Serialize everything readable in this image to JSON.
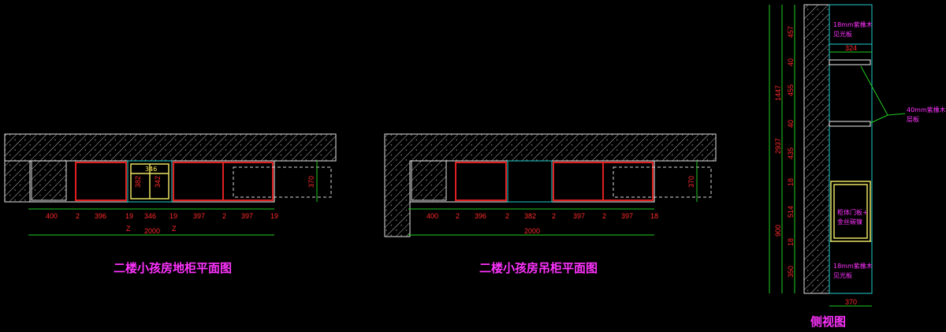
{
  "plan1": {
    "title": "二楼小孩房地柜平面图",
    "dims": [
      "400",
      "2",
      "396",
      "19",
      "346",
      "19",
      "397",
      "2",
      "397",
      "19"
    ],
    "total": "2000",
    "center_w": "346",
    "center_h1": "382",
    "center_h2": "342",
    "depth": "370",
    "z_marks": [
      "Z",
      "Z"
    ]
  },
  "plan2": {
    "title": "二楼小孩房吊柜平面图",
    "dims": [
      "400",
      "2",
      "396",
      "2",
      "382",
      "2",
      "397",
      "2",
      "397",
      "18"
    ],
    "total": "2000",
    "depth": "370"
  },
  "side": {
    "title": "侧视图",
    "left_dims": [
      "457",
      "40",
      "455",
      "40",
      "435",
      "18",
      "514",
      "18",
      "350"
    ],
    "outer_dims": [
      "1447",
      "2937",
      "900"
    ],
    "shelf_width": "324",
    "bottom_width": "370",
    "note_top": [
      "18mm紫橡木",
      "见光板"
    ],
    "note_bottom": [
      "18mm紫橡木",
      "见光板"
    ],
    "note_shelf": [
      "40mm紫橡木",
      "层板"
    ],
    "note_door": [
      "柜体门板+",
      "金丝碳镍"
    ]
  }
}
